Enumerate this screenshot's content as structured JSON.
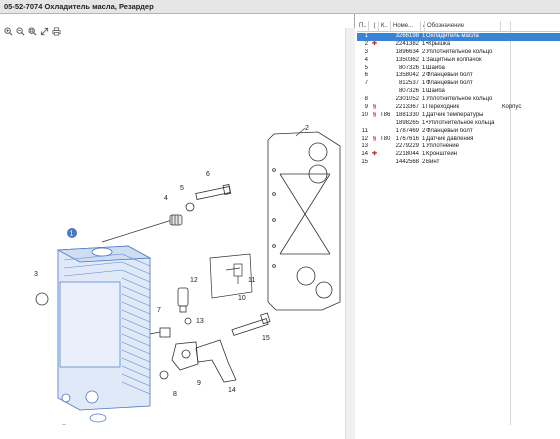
{
  "window": {
    "title": "05-52-7074 Охладитель масла, Резардер"
  },
  "toolbar": {
    "icons": [
      "zoom-in-icon",
      "zoom-out-icon",
      "fit-icon",
      "expand-icon",
      "print-icon"
    ]
  },
  "diagram": {
    "callouts": [
      "1",
      "2",
      "3",
      "4",
      "5",
      "6",
      "7",
      "8",
      "9",
      "10",
      "11",
      "12",
      "13",
      "14",
      "15"
    ]
  },
  "table": {
    "headers": [
      "П..",
      "(",
      "К..",
      "Номе...",
      "А",
      "Обозначение"
    ],
    "rows": [
      {
        "pos": "1",
        "mark": "",
        "k": "",
        "num": "3266198",
        "a": "1",
        "name": "Охладитель масла",
        "extra": "",
        "selected": true
      },
      {
        "pos": "2",
        "mark": "✚",
        "k": "",
        "num": "2241382",
        "a": "1",
        "name": "•Крышка",
        "extra": ""
      },
      {
        "pos": "3",
        "mark": "",
        "k": "",
        "num": "1896634",
        "a": "2",
        "name": "Уплотнительное кольцо",
        "extra": ""
      },
      {
        "pos": "4",
        "mark": "",
        "k": "",
        "num": "1350362",
        "a": "1",
        "name": "Защитный колпачок",
        "extra": ""
      },
      {
        "pos": "5",
        "mark": "",
        "k": "",
        "num": "807326",
        "a": "1",
        "name": "Шайба",
        "extra": ""
      },
      {
        "pos": "6",
        "mark": "",
        "k": "",
        "num": "1358042",
        "a": "2",
        "name": "Фланцевый болт",
        "extra": ""
      },
      {
        "pos": "7",
        "mark": "",
        "k": "",
        "num": "812537",
        "a": "1",
        "name": "Фланцевый болт",
        "extra": ""
      },
      {
        "pos": "",
        "mark": "",
        "k": "",
        "num": "807326",
        "a": "1",
        "name": "Шайба",
        "extra": ""
      },
      {
        "pos": "8",
        "mark": "",
        "k": "",
        "num": "2301052",
        "a": "1",
        "name": "Уплотнительное кольцо",
        "extra": ""
      },
      {
        "pos": "9",
        "mark": "§",
        "k": "",
        "num": "2213367",
        "a": "1",
        "name": "Переходник",
        "extra": "Корпус"
      },
      {
        "pos": "10",
        "mark": "§",
        "k": "T86",
        "num": "1881330",
        "a": "1",
        "name": "Датчик температуры",
        "extra": ""
      },
      {
        "pos": "",
        "mark": "",
        "k": "",
        "num": "1898265",
        "a": "1",
        "name": "•Уплотнительное кольца",
        "extra": ""
      },
      {
        "pos": "11",
        "mark": "",
        "k": "",
        "num": "1787469",
        "a": "2",
        "name": "Фланцевый болт",
        "extra": ""
      },
      {
        "pos": "12",
        "mark": "§",
        "k": "T80",
        "num": "1767616",
        "a": "1",
        "name": "Датчик давления",
        "extra": ""
      },
      {
        "pos": "13",
        "mark": "",
        "k": "",
        "num": "2279229",
        "a": "1",
        "name": "Уплотнение",
        "extra": ""
      },
      {
        "pos": "14",
        "mark": "✚",
        "k": "",
        "num": "2218044",
        "a": "1",
        "name": "Кронштейн",
        "extra": ""
      },
      {
        "pos": "15",
        "mark": "",
        "k": "",
        "num": "1442568",
        "a": "2",
        "name": "Винт",
        "extra": ""
      }
    ]
  }
}
